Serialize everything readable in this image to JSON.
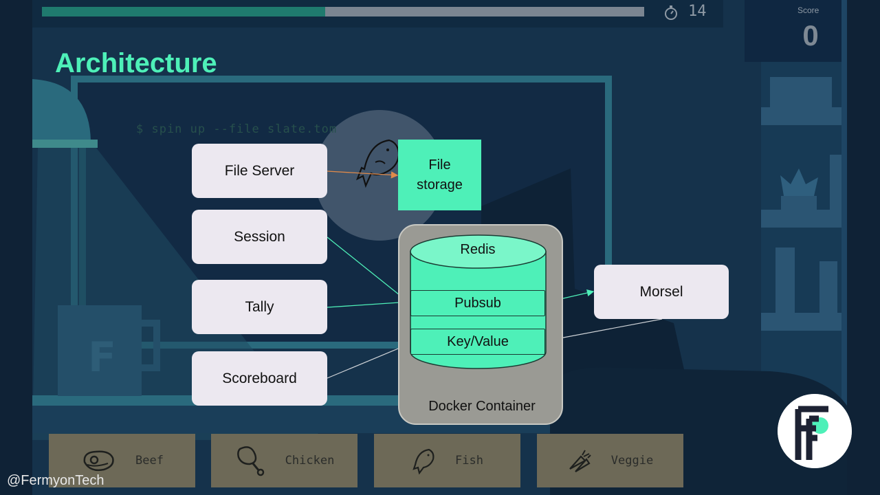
{
  "timer": {
    "value": "14",
    "progress": 0.47,
    "icon": "stopwatch-icon"
  },
  "score": {
    "label": "Score",
    "value": "0"
  },
  "slide": {
    "title": "Architecture"
  },
  "terminal": {
    "command": "$  spin up --file slate.tom"
  },
  "diagram": {
    "file_server": "File Server",
    "session": "Session",
    "tally": "Tally",
    "scoreboard": "Scoreboard",
    "file_storage_line1": "File",
    "file_storage_line2": "storage",
    "redis": "Redis",
    "pubsub": "Pubsub",
    "key_value": "Key/Value",
    "docker": "Docker Container",
    "morsel": "Morsel"
  },
  "categories": [
    {
      "label": "Beef",
      "icon": "steak-icon"
    },
    {
      "label": "Chicken",
      "icon": "drumstick-icon"
    },
    {
      "label": "Fish",
      "icon": "fish-icon"
    },
    {
      "label": "Veggie",
      "icon": "carrots-icon"
    }
  ],
  "footer": {
    "handle": "@FermyonTech"
  },
  "colors": {
    "accent": "#4ef0b8",
    "box": "#ece8f0",
    "docker": "#9a9a94",
    "background": "#0f2236"
  }
}
